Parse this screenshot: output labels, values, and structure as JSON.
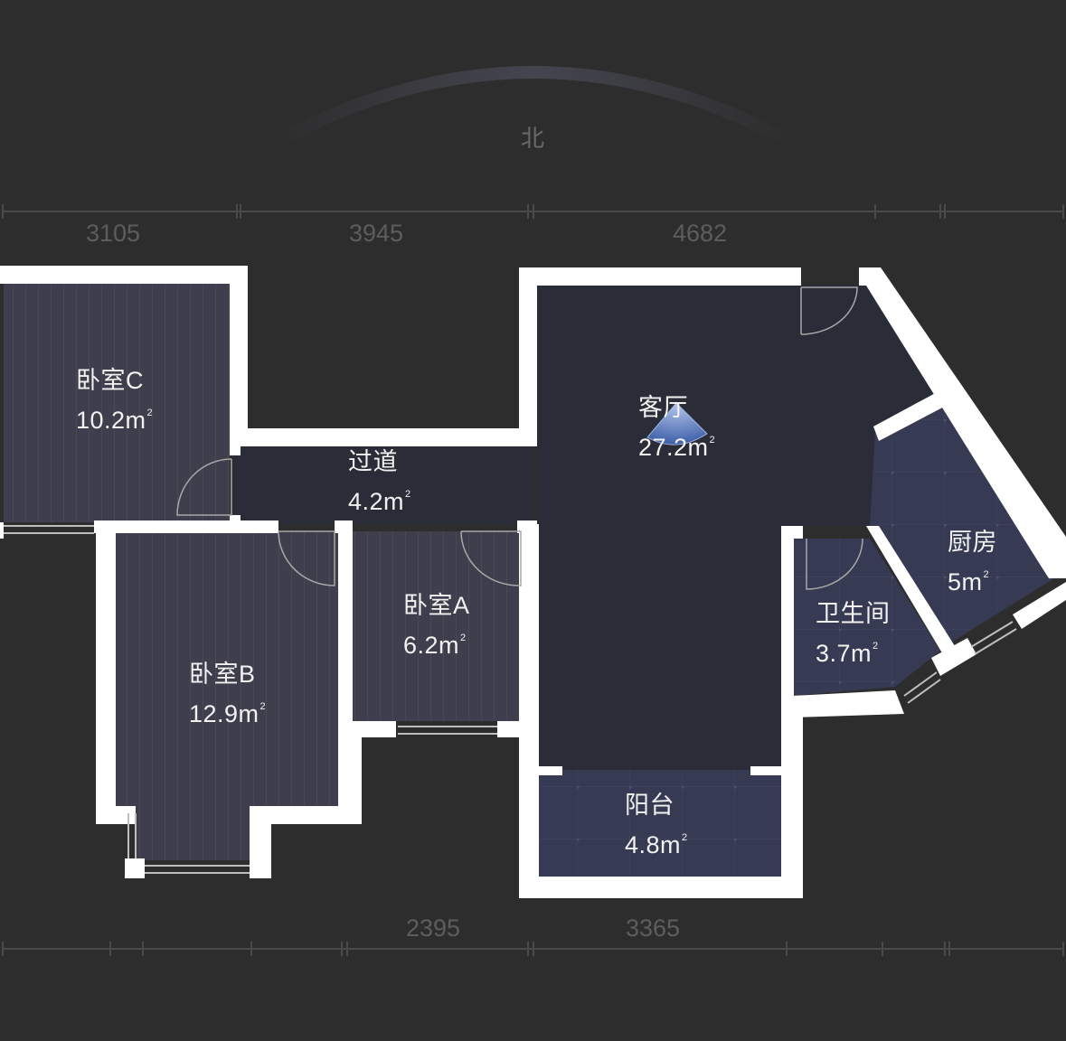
{
  "compass": {
    "label": "北"
  },
  "dimensions": {
    "top": [
      "3105",
      "3945",
      "4682"
    ],
    "bottom": [
      "2395",
      "3365"
    ]
  },
  "rooms": [
    {
      "id": "bedroom-c",
      "name": "卧室C",
      "area": "10.2m",
      "unit_sup": "2"
    },
    {
      "id": "corridor",
      "name": "过道",
      "area": "4.2m",
      "unit_sup": "2"
    },
    {
      "id": "living-room",
      "name": "客厅",
      "area": "27.2m",
      "unit_sup": "2"
    },
    {
      "id": "kitchen",
      "name": "厨房",
      "area": "5m",
      "unit_sup": "2"
    },
    {
      "id": "bathroom",
      "name": "卫生间",
      "area": "3.7m",
      "unit_sup": "2"
    },
    {
      "id": "bedroom-a",
      "name": "卧室A",
      "area": "6.2m",
      "unit_sup": "2"
    },
    {
      "id": "bedroom-b",
      "name": "卧室B",
      "area": "12.9m",
      "unit_sup": "2"
    },
    {
      "id": "balcony",
      "name": "阳台",
      "area": "4.8m",
      "unit_sup": "2"
    }
  ],
  "colors": {
    "background": "#2d2d2d",
    "wall": "#ffffff",
    "floor_wood": "#3f3f4e",
    "floor_dark": "#2a2c38",
    "floor_tile": "#363a52",
    "viewpoint": "#6f8fd0"
  }
}
